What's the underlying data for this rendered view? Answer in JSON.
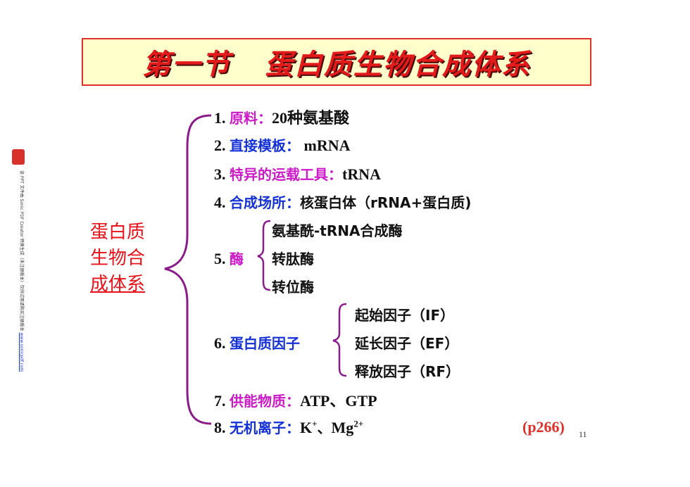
{
  "title": "第一节   蛋白质生物合成体系",
  "side_label": {
    "line1": "蛋白质",
    "line2": "生物合",
    "line3": "成体系"
  },
  "items": {
    "i1": {
      "num": "1.",
      "label": "原料：",
      "value": "20种氨基酸"
    },
    "i2": {
      "num": "2.",
      "label": "直接模板：",
      "value": " mRNA"
    },
    "i3": {
      "num": "3.",
      "label": "特异的运载工具：",
      "value": "tRNA"
    },
    "i4": {
      "num": "4.",
      "label": "合成场所：",
      "value": "核蛋白体（rRNA+蛋白质)"
    },
    "i5": {
      "num": "5.",
      "label": "酶",
      "subs": [
        "氨基酰-tRNA合成酶",
        "转肽酶",
        "转位酶"
      ]
    },
    "i6": {
      "num": "6.",
      "label": "蛋白质因子",
      "subs": [
        "起始因子（IF）",
        "延长因子（EF）",
        "释放因子（RF）"
      ]
    },
    "i7": {
      "num": "7.",
      "label": "供能物质：",
      "value": "ATP、GTP"
    },
    "i8": {
      "num": "8.",
      "label": "无机离子：",
      "k": "K",
      "k_sup": "+",
      "sep": "、",
      "mg": "Mg",
      "mg_sup": "2+"
    }
  },
  "page_ref": "(p266)",
  "page_number": "11",
  "watermark": {
    "text": "该 PPT 文件由 Sonic PDF Creator 转换生成（未注册版本）仅供试用请购买注册版本",
    "url": "www.sonicpdf.com"
  },
  "colors": {
    "title_red": "#e21a1a",
    "title_bg": "#ffffcc",
    "pink": "#cc1ac8",
    "blue": "#1431d8",
    "brace": "#8a1a8a"
  }
}
